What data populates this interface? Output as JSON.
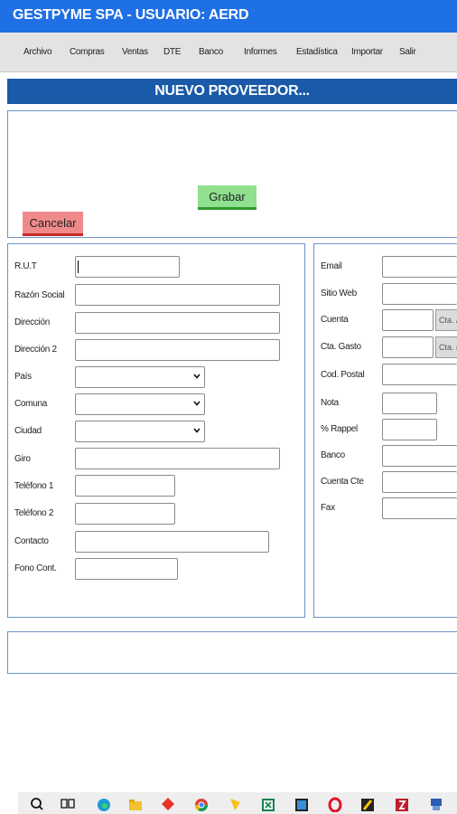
{
  "app": {
    "title": "GESTPYME SPA - USUARIO: AERD"
  },
  "menu": [
    {
      "label": "Archivo"
    },
    {
      "label": "Compras"
    },
    {
      "label": "Ventas"
    },
    {
      "label": "DTE"
    },
    {
      "label": "Banco"
    },
    {
      "label": "Informes"
    },
    {
      "label": "Estadística"
    },
    {
      "label": "Importar"
    },
    {
      "label": "Salir"
    }
  ],
  "page": {
    "heading": "NUEVO PROVEEDOR..."
  },
  "actions": {
    "save_label": "Grabar",
    "cancel_label": "Cancelar"
  },
  "form_left": {
    "rut": "R.U.T",
    "razon_social": "Razón Social",
    "direccion": "Dirección",
    "direccion2": "Dirección 2",
    "pais": "País",
    "comuna": "Comuna",
    "ciudad": "Ciudad",
    "giro": "Giro",
    "telefono1": "Teléfono 1",
    "telefono2": "Teléfono 2",
    "contacto": "Contacto",
    "fono_cont": "Fono Cont."
  },
  "form_right": {
    "email": "Email",
    "sitio_web": "Sitio Web",
    "cuenta": "Cuenta",
    "cuenta_btn": "Cta. /",
    "cta_gasto": "Cta. Gasto",
    "cta_gasto_btn": "Cta. (",
    "cod_postal": "Cod. Postal",
    "nota": "Nota",
    "rappel": "% Rappel",
    "banco": "Banco",
    "cuenta_cte": "Cuenta Cte",
    "fax": "Fax"
  },
  "colors": {
    "title_bar": "#1f6fe5",
    "heading_bar": "#1a5aa8",
    "save_button": "#8fe08f",
    "cancel_button": "#f08a8a",
    "panel_border": "#6c93c7"
  },
  "taskbar": {
    "icons": [
      "search-icon",
      "task-view-icon",
      "edge-icon",
      "file-explorer-icon",
      "anydesk-icon",
      "chrome-icon",
      "sticky-app-icon",
      "excel-icon",
      "app-icon",
      "opera-icon",
      "app-icon",
      "filezilla-icon",
      "app-icon"
    ]
  }
}
